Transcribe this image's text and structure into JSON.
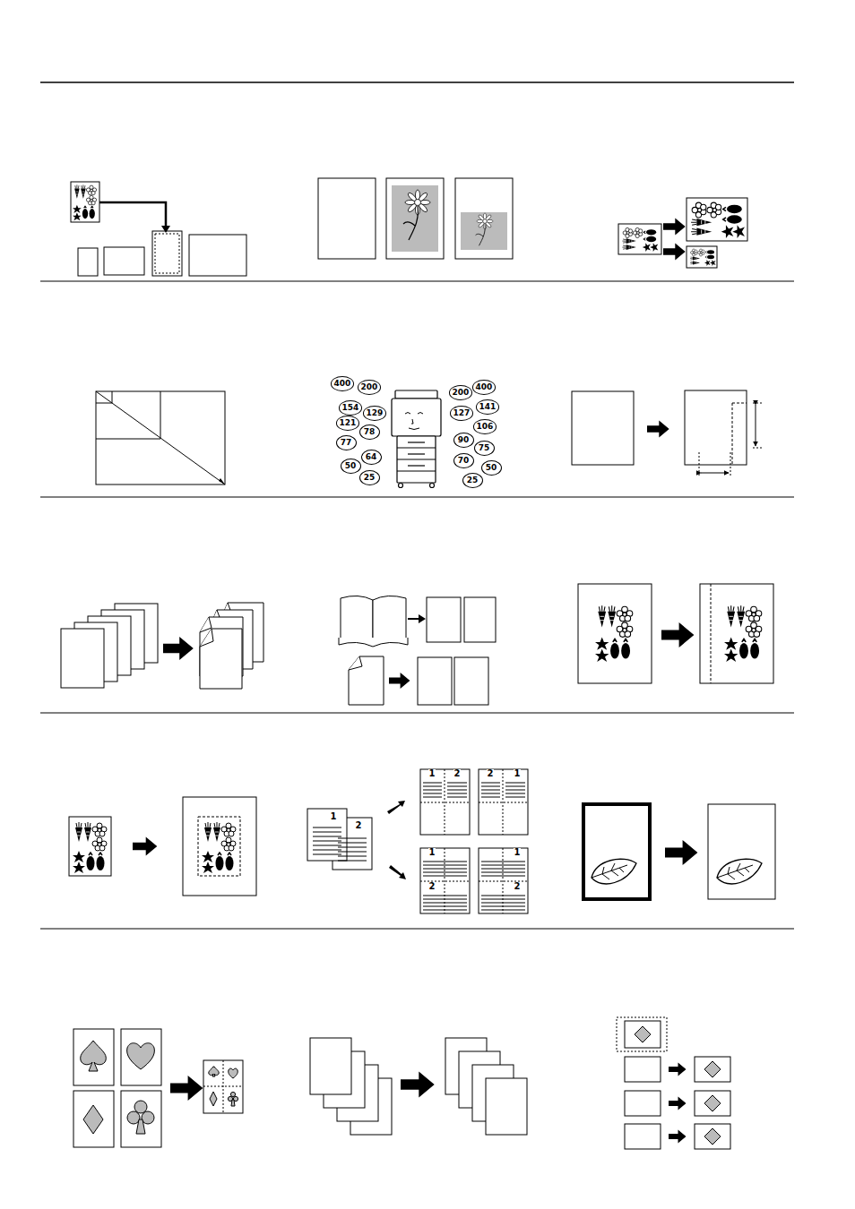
{
  "diagram": {
    "nodes": [
      {
        "text": [
          "400"
        ]
      },
      {
        "text": [
          "200"
        ]
      },
      {
        "text": [
          "154"
        ]
      },
      {
        "text": [
          "129"
        ]
      },
      {
        "text": [
          "121"
        ]
      },
      {
        "text": [
          "78"
        ]
      },
      {
        "text": [
          "77"
        ]
      },
      {
        "text": [
          "64"
        ]
      },
      {
        "text": [
          "50"
        ]
      },
      {
        "text": [
          "25"
        ]
      },
      {
        "text": [
          "200"
        ]
      },
      {
        "text": [
          "400"
        ]
      },
      {
        "text": [
          "127"
        ]
      },
      {
        "text": [
          "141"
        ]
      },
      {
        "text": [
          "106"
        ]
      },
      {
        "text": [
          "90"
        ]
      },
      {
        "text": [
          "75"
        ]
      },
      {
        "text": [
          "70"
        ]
      },
      {
        "text": [
          "50"
        ]
      },
      {
        "text": [
          "25"
        ]
      }
    ],
    "labels": [
      "1",
      "2",
      "1",
      "2",
      "2",
      "1",
      "1",
      "2",
      "1",
      "2"
    ]
  }
}
